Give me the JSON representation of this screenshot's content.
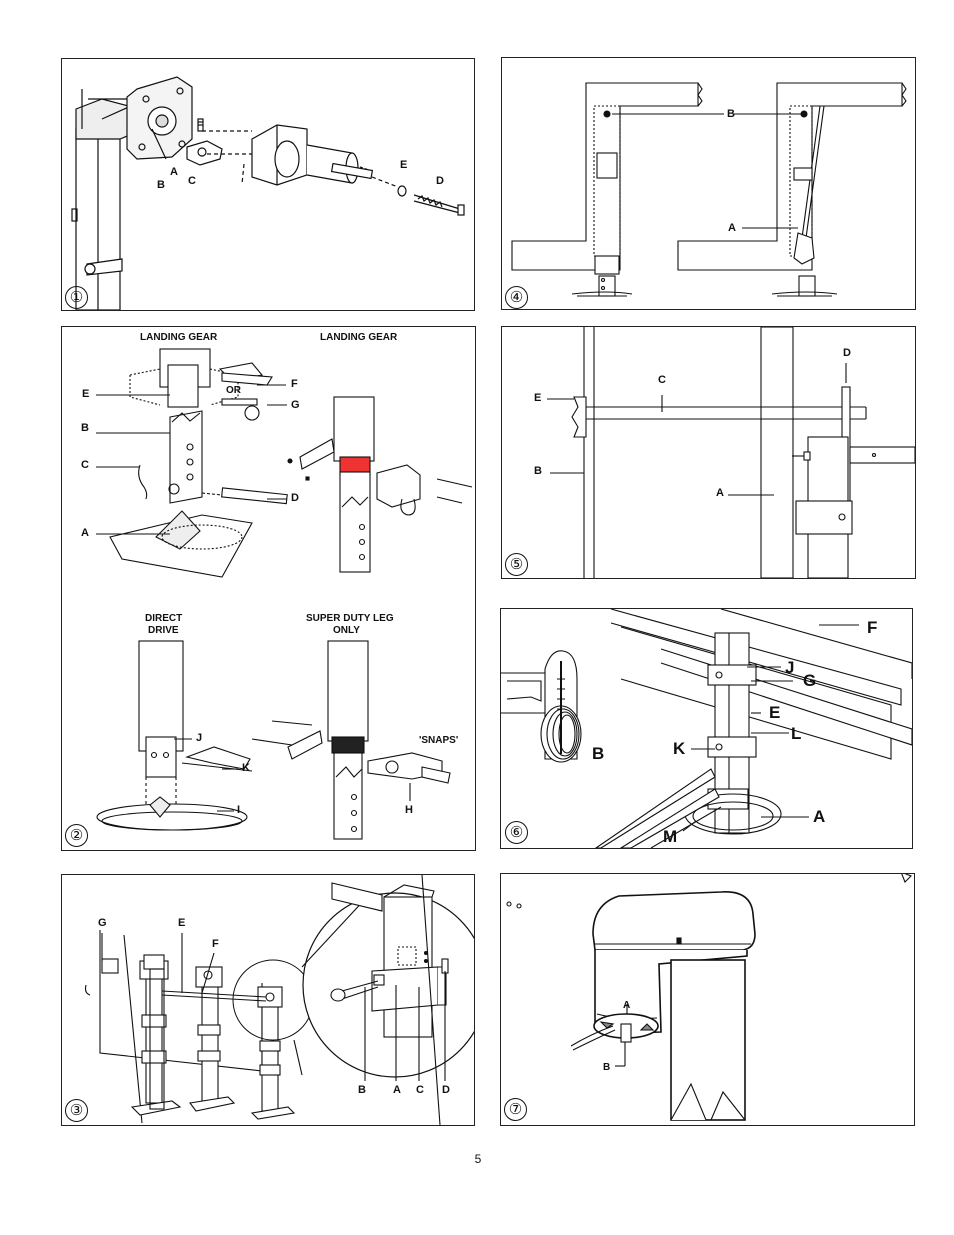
{
  "page_number": "5",
  "panels": {
    "p1": {
      "step": "①",
      "labels": {
        "a": "A",
        "b": "B",
        "c": "C",
        "d": "D",
        "e": "E"
      }
    },
    "p2": {
      "step": "②",
      "captions": {
        "landing_gear_left": "LANDING GEAR",
        "landing_gear_right": "LANDING GEAR",
        "direct_drive_1": "DIRECT",
        "direct_drive_2": "DRIVE",
        "super_duty_1": "SUPER DUTY LEG",
        "super_duty_2": "ONLY",
        "snaps": "'SNAPS'",
        "or": "OR"
      },
      "labels": {
        "a": "A",
        "b": "B",
        "c": "C",
        "d": "D",
        "e": "E",
        "f": "F",
        "g": "G",
        "h": "H",
        "i": "I",
        "j": "J",
        "k": "K"
      }
    },
    "p3": {
      "step": "③",
      "labels": {
        "a": "A",
        "b": "B",
        "c": "C",
        "d": "D",
        "e": "E",
        "f": "F",
        "g": "G"
      }
    },
    "p4": {
      "step": "④",
      "labels": {
        "a": "A",
        "b": "B"
      }
    },
    "p5": {
      "step": "⑤",
      "labels": {
        "a": "A",
        "b": "B",
        "c": "C",
        "d": "D",
        "e": "E"
      }
    },
    "p6": {
      "step": "⑥",
      "labels": {
        "a": "A",
        "b": "B",
        "e": "E",
        "f": "F",
        "g": "G",
        "j": "J",
        "k": "K",
        "l": "L",
        "m": "M"
      }
    },
    "p7": {
      "step": "⑦",
      "labels": {
        "a": "A",
        "b": "B"
      }
    }
  }
}
